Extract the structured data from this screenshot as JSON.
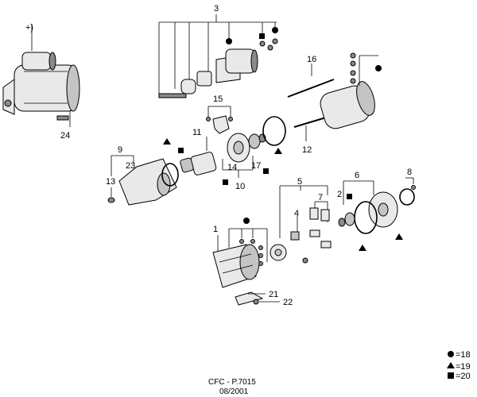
{
  "callouts": {
    "c_plus": "+)",
    "c3": "3",
    "c16": "16",
    "c15": "15",
    "c11": "11",
    "c12": "12",
    "c9": "9",
    "c23": "23",
    "c13": "13",
    "c14": "14",
    "c17": "17",
    "c10": "10",
    "c24": "24",
    "c5": "5",
    "c7": "7",
    "c4": "4",
    "c6": "6",
    "c2": "2",
    "c8": "8",
    "c1": "1",
    "c21": "21",
    "c22": "22"
  },
  "legend": {
    "circle": "=18",
    "triangle": "=19",
    "square": "=20"
  },
  "footer": {
    "ref": "CFC - P.7015",
    "date": "08/2001"
  }
}
